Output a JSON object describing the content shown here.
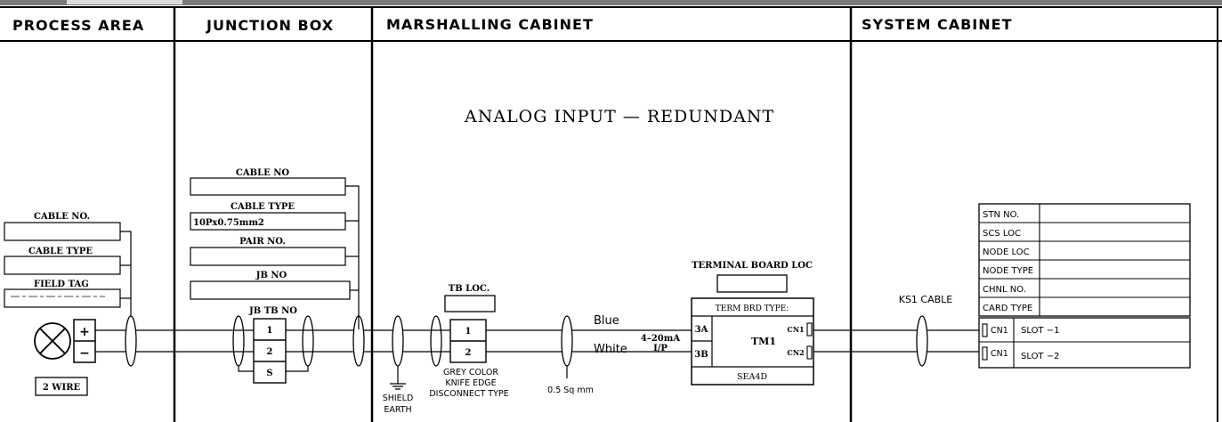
{
  "headers": {
    "process_area": "PROCESS AREA",
    "junction_box": "JUNCTION BOX",
    "marshalling_cabinet": "MARSHALLING CABINET",
    "system_cabinet": "SYSTEM CABINET"
  },
  "title": "ANALOG INPUT — REDUNDANT",
  "process": {
    "cable_no_label": "CABLE NO.",
    "cable_type_label": "CABLE TYPE",
    "field_tag_label": "FIELD TAG",
    "plus": "+",
    "minus": "−",
    "wire_label": "2 WIRE"
  },
  "junction": {
    "cable_no_label": "CABLE NO",
    "cable_type_label": "CABLE TYPE",
    "cable_type_value": "10Px0.75mm2",
    "pair_no_label": "PAIR NO.",
    "jb_no_label": "JB NO",
    "jb_tb_no_label": "JB TB NO",
    "terminals": [
      "1",
      "2",
      "S"
    ]
  },
  "marshalling": {
    "tb_loc_label": "TB LOC.",
    "terminals": [
      "1",
      "2"
    ],
    "knife_edge_lines": [
      "GREY COLOR",
      "KNIFE EDGE",
      "DISCONNECT TYPE"
    ],
    "shield_earth_lines": [
      "SHIELD",
      "EARTH"
    ],
    "wire_size": "0.5 Sq mm",
    "blue_label": "Blue",
    "white_label": "White",
    "signal_label": "4–20mA",
    "ip_label": "I/P",
    "terminal_board_loc_label": "TERMINAL BOARD LOC",
    "term_brd_type_label": "TERM BRD TYPE:",
    "tb_3a": "3A",
    "tb_3b": "3B",
    "tm_label": "TM1",
    "cn1": "CN1",
    "cn2": "CN2",
    "model": "SEA4D"
  },
  "system": {
    "ks1_cable": "KS1 CABLE",
    "info_labels": [
      "STN NO.",
      "SCS LOC",
      "NODE LOC",
      "NODE TYPE",
      "CHNL NO.",
      "CARD TYPE"
    ],
    "slot_rows": [
      {
        "cn": "CN1",
        "slot": "SLOT −1"
      },
      {
        "cn": "CN1",
        "slot": "SLOT −2"
      }
    ]
  }
}
